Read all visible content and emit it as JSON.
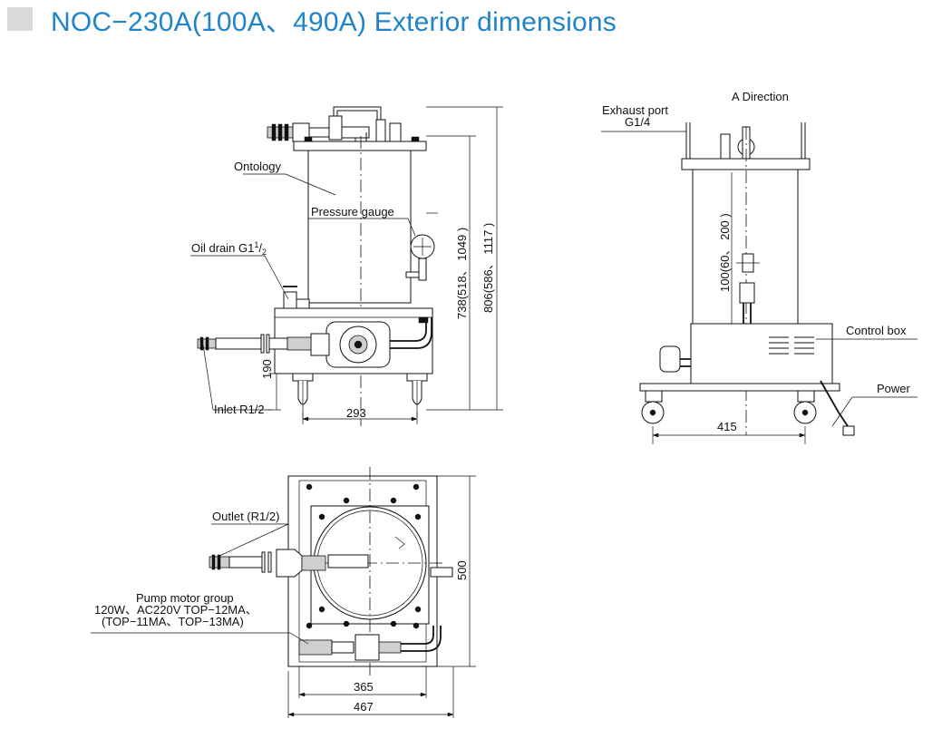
{
  "title": "NOC−230A(100A、490A) Exterior dimensions",
  "front_view": {
    "labels": {
      "ontology": "Ontology",
      "pressure_gauge": "Pressure gauge",
      "oil_drain": "Oil drain G1",
      "oil_drain_frac_num": "1",
      "oil_drain_frac_den": "2",
      "inlet": "Inlet R1/2"
    },
    "dimensions": {
      "width": "293",
      "base_height": "190",
      "height_a": "738(518、 1049 )",
      "height_b": "806(586、 1117 )"
    }
  },
  "side_view": {
    "labels": {
      "a_direction": "A  Direction",
      "exhaust_port_line1": "Exhaust port",
      "exhaust_port_line2": "G1/4",
      "control_box": "Control box",
      "power": "Power"
    },
    "dimensions": {
      "width": "415",
      "height_c": "100(60、 200 )"
    }
  },
  "top_view": {
    "labels": {
      "outlet": "Outlet (R1/2)",
      "pump_line1": "Pump motor group",
      "pump_line2": "120W、AC220V TOP−12MA、",
      "pump_line3": "(TOP−11MA、TOP−13MA)"
    },
    "dimensions": {
      "depth": "500",
      "inner_width": "365",
      "outer_width": "467"
    }
  }
}
